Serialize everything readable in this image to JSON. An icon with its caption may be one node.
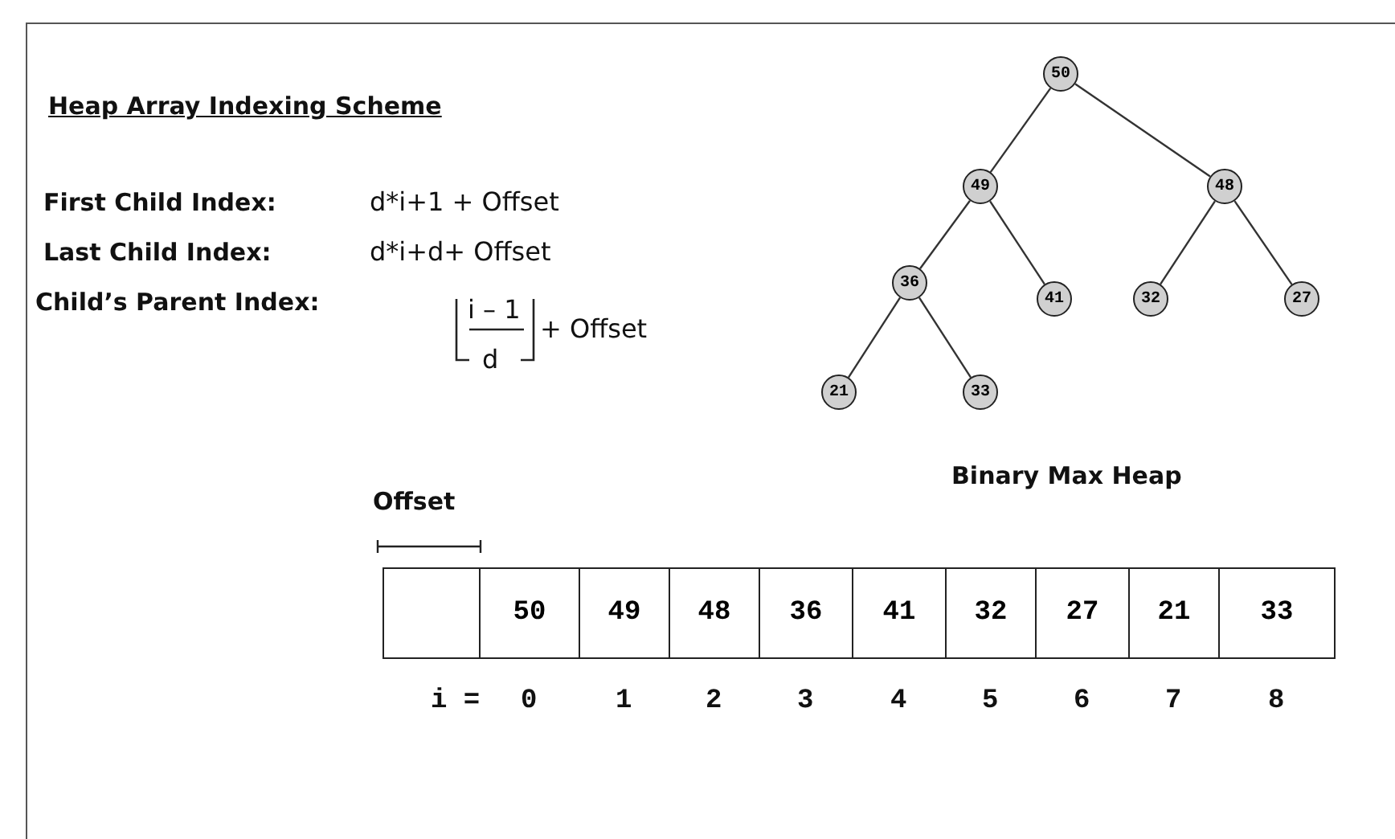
{
  "diagram": {
    "title": "Heap Array Indexing Scheme",
    "nodes": [
      {
        "text": [
          "50"
        ]
      },
      {
        "text": [
          "49"
        ]
      },
      {
        "text": [
          "48"
        ]
      },
      {
        "text": [
          "36"
        ]
      },
      {
        "text": [
          "41"
        ]
      },
      {
        "text": [
          "32"
        ]
      },
      {
        "text": [
          "27"
        ]
      },
      {
        "text": [
          "21"
        ]
      },
      {
        "text": [
          "33"
        ]
      }
    ],
    "edges": [
      {
        "from": 0,
        "to": 1,
        "arrow": "none"
      },
      {
        "from": 0,
        "to": 2,
        "arrow": "none"
      },
      {
        "from": 1,
        "to": 3,
        "arrow": "none"
      },
      {
        "from": 1,
        "to": 4,
        "arrow": "none"
      },
      {
        "from": 2,
        "to": 5,
        "arrow": "none"
      },
      {
        "from": 2,
        "to": 6,
        "arrow": "none"
      },
      {
        "from": 3,
        "to": 7,
        "arrow": "none"
      },
      {
        "from": 3,
        "to": 8,
        "arrow": "none"
      }
    ],
    "labels": [
      "First Child Index:",
      "d*i+1 + Offset",
      "Last Child Index:",
      "d*i+d+ Offset",
      "Child’s Parent Index:",
      "i – 1",
      "d",
      "+ Offset",
      "Binary Max Heap",
      "Offset",
      "50",
      "49",
      "48",
      "36",
      "41",
      "32",
      "27",
      "21",
      "33",
      "i =",
      "0",
      "1",
      "2",
      "3",
      "4",
      "5",
      "6",
      "7",
      "8"
    ]
  }
}
